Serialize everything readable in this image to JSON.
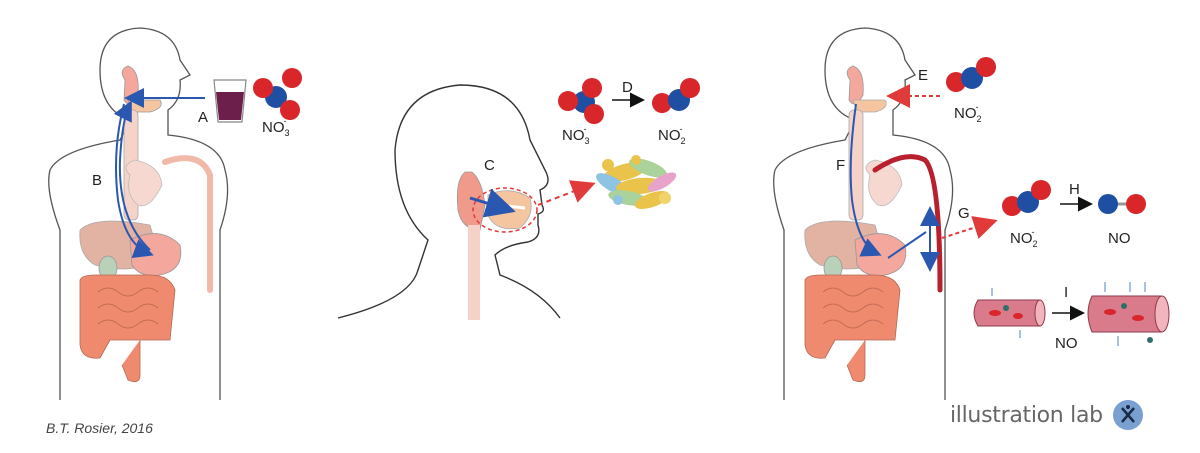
{
  "labels": {
    "A": "A",
    "B": "B",
    "C": "C",
    "D": "D",
    "E": "E",
    "F": "F",
    "G": "G",
    "H": "H",
    "I": "I"
  },
  "chemicals": {
    "nitrate_main": "NO",
    "nitrate_sub": "3",
    "nitrate_sup": "-",
    "nitrite_main": "NO",
    "nitrite_sub": "2",
    "nitrite_sup": "-",
    "no": "NO"
  },
  "credit": "B.T. Rosier, 2016",
  "brand": "illustration lab",
  "colors": {
    "oxygen": "#d9262b",
    "nitrogen": "#1f4fa3",
    "flow_arrow": "#2a57b0",
    "red_dashed": "#e03a3a",
    "vessel": "#c94a5a",
    "organ_pink": "#f3a79d",
    "intestine": "#ef8a6e",
    "liver": "#e2b2a2"
  },
  "icons": [
    "glass-of-juice-icon",
    "bacteria-cluster-icon",
    "brand-logo-icon"
  ]
}
